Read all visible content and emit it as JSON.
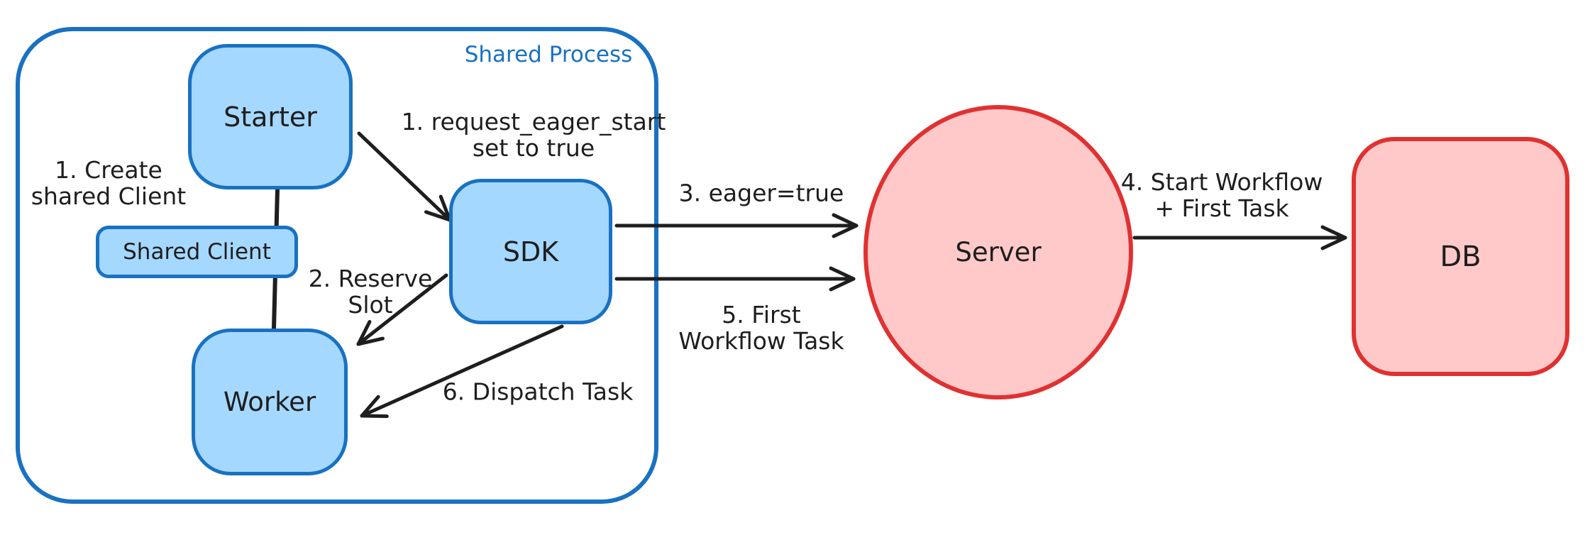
{
  "diagram": {
    "container": {
      "label": "Shared Process"
    },
    "nodes": {
      "starter": "Starter",
      "shared_client": "Shared Client",
      "worker": "Worker",
      "sdk": "SDK",
      "server": "Server",
      "db": "DB"
    },
    "annotations": {
      "create_client_line1": "1. Create",
      "create_client_line2": "shared Client",
      "request_eager_line1": "1. request_eager_start",
      "request_eager_line2": "set to true",
      "reserve_slot_line1": "2. Reserve",
      "reserve_slot_line2": "Slot",
      "eager_true": "3. eager=true",
      "start_workflow_line1": "4. Start Workflow",
      "start_workflow_line2": "+ First Task",
      "first_workflow_line1": "5. First",
      "first_workflow_line2": "Workflow Task",
      "dispatch_task": "6. Dispatch Task"
    },
    "colors": {
      "blue_stroke": "#1971c2",
      "blue_fill": "#a5d8ff",
      "red_stroke": "#e03131",
      "red_fill": "#ffc9c9",
      "ink": "#1e1e1e"
    }
  }
}
